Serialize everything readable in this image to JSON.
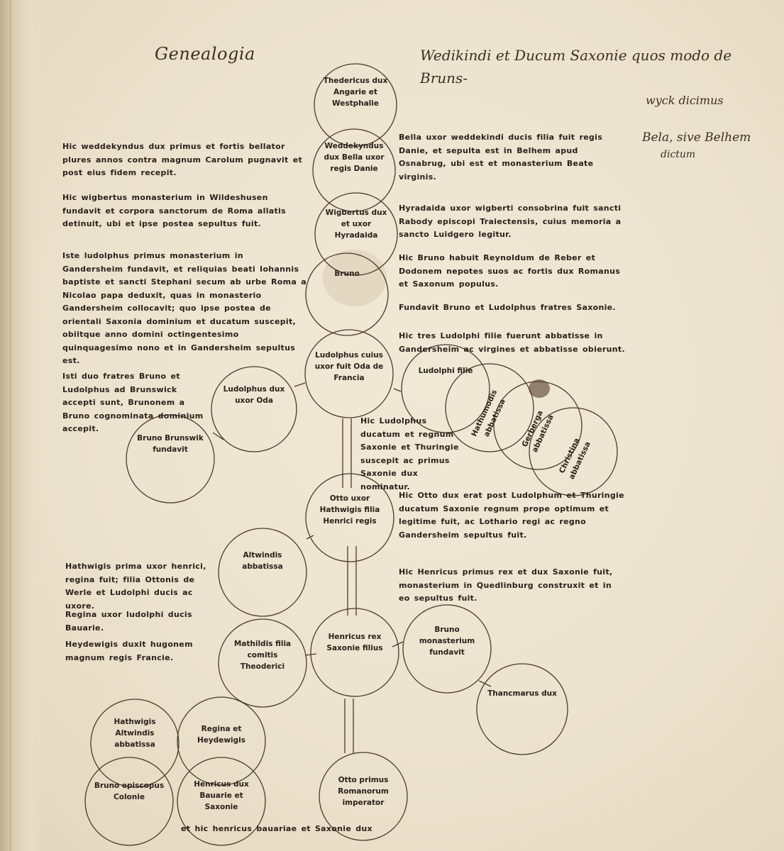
{
  "header": {
    "title_left": "Genealogia",
    "title_right": "Wedikindi et Ducum Saxonie quos modo de Bruns-",
    "title_right_line2": "wyck dicimus",
    "margin_note": "Bela, sive Belhem",
    "margin_note_line2": "dictum"
  },
  "left_paragraphs": [
    "Hic weddekyndus dux primus et fortis bellator plures annos contra magnum Carolum pugnavit et post eius fidem recepit.",
    "Hic wigbertus monasterium in Wildeshusen fundavit et corpora sanctorum de Roma allatis detinuit, ubi et ipse postea sepultus fuit.",
    "Iste ludolphus primus monasterium in Gandersheim fundavit, et reliquias beati Iohannis baptiste et sancti Stephani secum ab urbe Roma a Nicolao papa deduxit, quas in monasterio Gandersheim collocavit; quo ipse postea de orientali Saxonia dominium et ducatum suscepit, obiitque anno domini octingentesimo quinquagesimo nono et in Gandersheim sepultus est.",
    "Isti duo fratres Bruno et Ludolphus ad Brunswick accepti sunt, Brunonem a Bruno cognominata dominium accepit.",
    "Hathwigis prima uxor henrici, regina fuit; filia Ottonis de Werle et Ludolphi ducis ac uxore.",
    "Regina uxor ludolphi ducis Bauarie.",
    "Heydewigis duxit hugonem magnum regis Francie."
  ],
  "right_paragraphs": [
    "Bella uxor weddekindi ducis filia fuit regis Danie, et sepulta est in Belhem apud Osnabrug, ubi est et monasterium Beate virginis.",
    "Hyradaida uxor wigberti consobrina fuit sancti Rabody episcopi Traiectensis, cuius memoria a sancto Luidgero legitur.",
    "Hic Bruno habuit Reynoldum de Reber et Dodonem nepotes suos ac fortis dux Romanus et Saxonum populus.",
    "Fundavit Bruno et Ludolphus fratres Saxonie.",
    "Hic tres Ludolphi filie fuerunt abbatisse in Gandersheim ac virgines et abbatisse obierunt.",
    "Hic Ludolphus ducatum et regnum Saxonie et Thuringie suscepit ac primus Saxonie dux nominatur.",
    "Hic Otto dux erat post Ludolphum et Thuringie ducatum Saxonie regnum prope optimum et legitime fuit, ac Lothario regi ac regno Gandersheim sepultus fuit.",
    "Hic Henricus primus rex et dux Saxonie fuit, monasterium in Quedlinburg construxit et in eo sepultus fuit."
  ],
  "nodes": {
    "theodericus": "Thedericus dux Angarie et Westphalie",
    "weddekyndus": "Weddekyndus dux Bella uxor regis Danie",
    "wigbertus": "Wigbertus dux et uxor Hyradaida",
    "bruno_i": "Bruno",
    "ludolphus": "Ludolphus cuius uxor fuit Oda de Francia",
    "bruno_son": "Ludolphus dux uxor Oda",
    "bruno_brunswik": "Bruno Brunswik fundavit",
    "daughters_1": "Hathumodis abbatissa",
    "daughters_2": "Gerberga abbatissa",
    "daughters_3": "Christina abbatissa",
    "daughters_head": "Ludolphi filie",
    "otto": "Otto uxor Hathwigis filia Henrici regis",
    "altwindis": "Altwindis abbatissa",
    "henricus": "Henricus rex Saxonie filius",
    "mathilda": "Mathildis filia comitis Theoderici",
    "brunonem": "Bruno monasterium fundavit",
    "thancmarus": "Thancmarus dux",
    "hathwigis_alt": "Hathwigis Altwindis abbatissa",
    "regina_heydewigis": "Regina et Heydewigis",
    "otto_rex": "Otto primus Romanorum imperator",
    "bruno_colonia": "Bruno episcopus Colonie",
    "henricus_dux": "Henricus dux Bauarie et Saxonie"
  },
  "bottom_note": "et hic henricus bauariae et Saxonie dux"
}
